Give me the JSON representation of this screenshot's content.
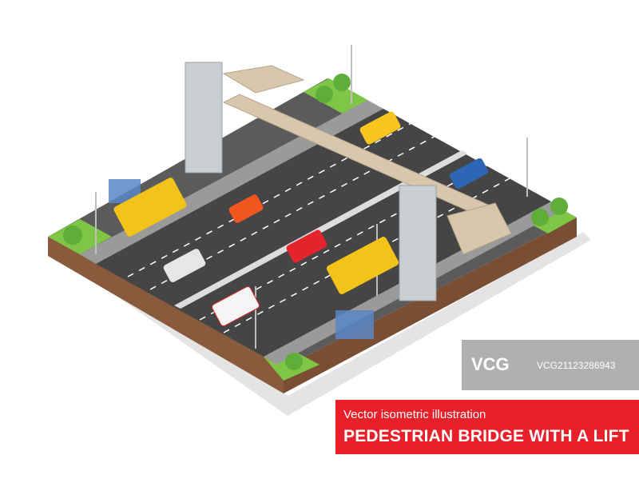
{
  "caption": {
    "subtitle": "Vector isometric illustration",
    "title": "PEDESTRIAN BRIDGE WITH A LIFT"
  },
  "watermark": {
    "logo": "VCG",
    "id": "VCG21123286943"
  },
  "colors": {
    "caption_bg": "#e8202a",
    "road": "#4a4a4a",
    "soil": "#8a5a3c",
    "grass": "#7fc646",
    "bridge": "#d8c7ad",
    "bus": "#f2c318"
  },
  "icons": [
    "vcg-logo-icon"
  ]
}
